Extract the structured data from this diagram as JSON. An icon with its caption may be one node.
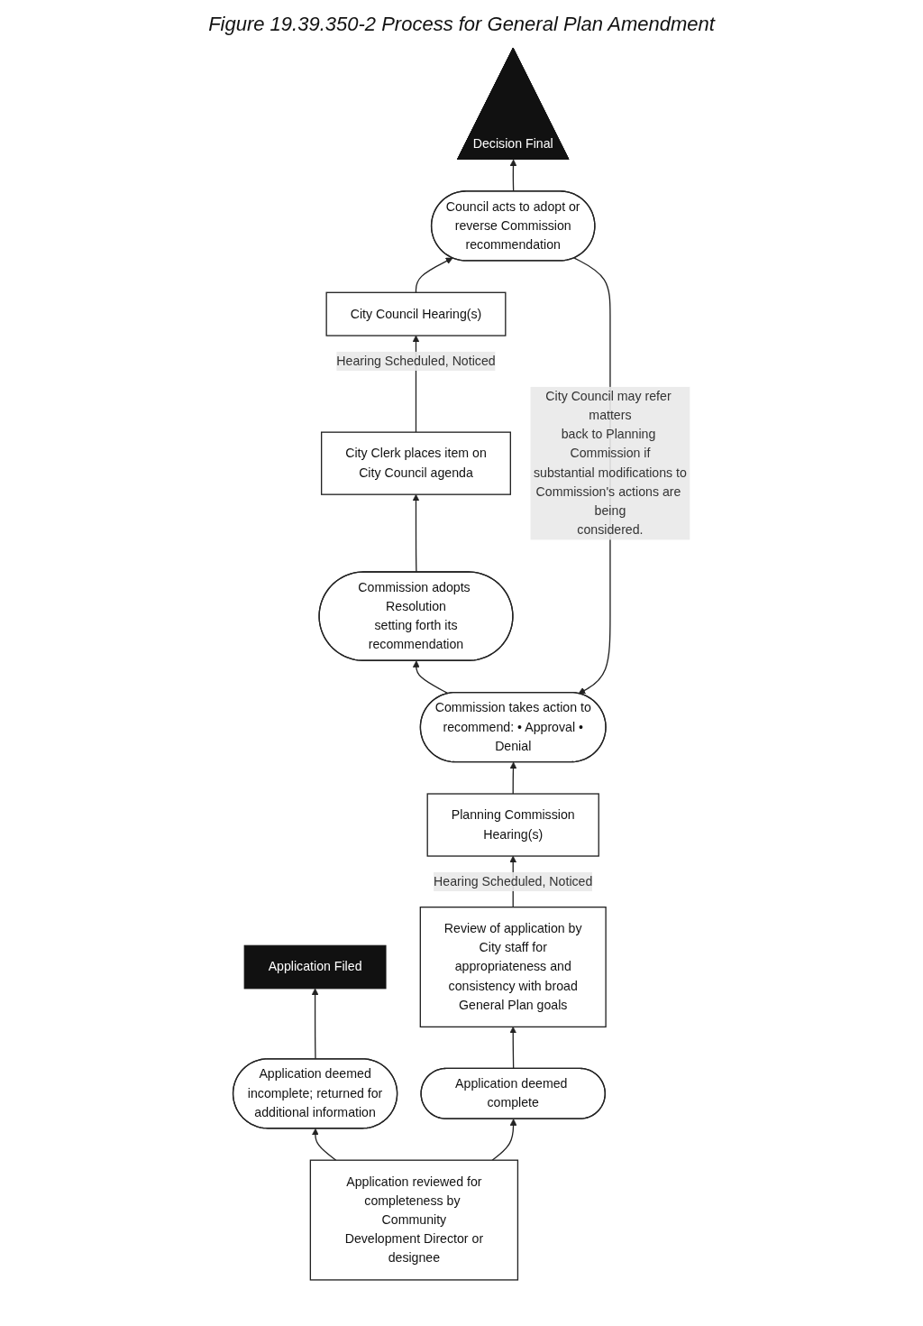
{
  "diagram": {
    "title": "Figure 19.39.350-2 Process for General Plan Amendment",
    "nodes": [
      {
        "text": [
          "Application Filed"
        ]
      },
      {
        "text": [
          "Application reviewed for completeness by Community Development Director or designee"
        ]
      },
      {
        "text": [
          "Application deemed incomplete; returned for additional information"
        ]
      },
      {
        "text": [
          "Application deemed complete"
        ]
      },
      {
        "text": [
          "Review of application by City staff for appropriateness and consistency with broad General Plan goals"
        ]
      },
      {
        "text": [
          "Planning Commission Hearing(s)"
        ]
      },
      {
        "text": [
          "Commission takes action to recommend: • Approval • Denial"
        ]
      },
      {
        "text": [
          "Commission adopts Resolution setting forth its recommendation"
        ]
      },
      {
        "text": [
          "City Clerk places item on City Council agenda"
        ]
      },
      {
        "text": [
          "City Council Hearing(s)"
        ]
      },
      {
        "text": [
          "Council acts to adopt or reverse Commission recommendation"
        ]
      },
      {
        "text": [
          "Decision Final"
        ]
      }
    ],
    "edges": [
      {
        "from": 1,
        "to": 2,
        "arrow": "to"
      },
      {
        "from": 2,
        "to": 0,
        "arrow": "to"
      },
      {
        "from": 1,
        "to": 3,
        "arrow": "to"
      },
      {
        "from": 3,
        "to": 4,
        "arrow": "to"
      },
      {
        "from": 4,
        "to": 5,
        "arrow": "to",
        "label": "Hearing Scheduled, Noticed"
      },
      {
        "from": 5,
        "to": 6,
        "arrow": "to"
      },
      {
        "from": 6,
        "to": 7,
        "arrow": "to"
      },
      {
        "from": 7,
        "to": 8,
        "arrow": "to"
      },
      {
        "from": 8,
        "to": 9,
        "arrow": "to",
        "label": "Hearing Scheduled, Noticed"
      },
      {
        "from": 9,
        "to": 10,
        "arrow": "to"
      },
      {
        "from": 10,
        "to": 11,
        "arrow": "to"
      },
      {
        "from": 10,
        "to": 6,
        "arrow": "to",
        "label": "City Council may refer matters back to Planning Commission if substantial modifications to Commission's actions are being considered."
      }
    ]
  }
}
